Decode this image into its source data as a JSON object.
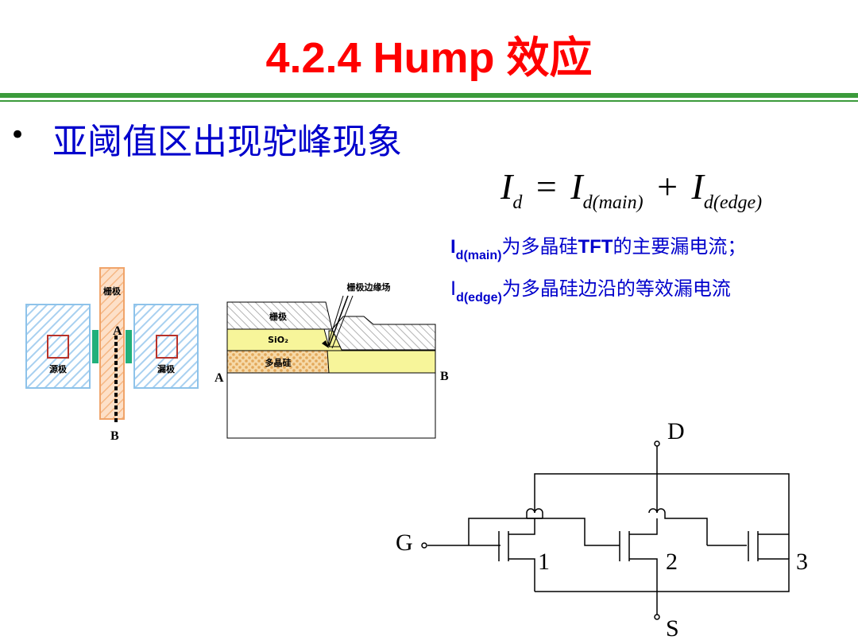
{
  "title": "4.2.4 Hump 效应",
  "bullet": {
    "marker": "•",
    "text": "亚阈值区出现驼峰现象"
  },
  "formula": {
    "lhs": "I",
    "lhs_sub": "d",
    "eq": "=",
    "term1": "I",
    "term1_sub": "d(main)",
    "plus": "+",
    "term2": "I",
    "term2_sub": "d(edge)"
  },
  "descriptions": [
    {
      "var": "I",
      "sub": "d(main)",
      "pre": "为多晶硅",
      "bold": "TFT",
      "post": "的主要漏电流；"
    },
    {
      "var": "I",
      "sub": "d(edge)",
      "pre": "为多晶硅边沿的等效漏电流",
      "bold": "",
      "post": ""
    }
  ],
  "top_view": {
    "gate_label": "栅极",
    "source_label": "源极",
    "drain_label": "漏极",
    "point_a": "A",
    "point_b": "B"
  },
  "cross_section": {
    "fringe_label": "栅极边缘场",
    "gate_label": "栅极",
    "oxide_label": "SiO₂",
    "poly_label": "多晶硅",
    "point_a": "A",
    "point_b": "B"
  },
  "circuit": {
    "drain": "D",
    "source": "S",
    "gate": "G",
    "t1": "1",
    "t2": "2",
    "t3": "3"
  },
  "colors": {
    "title": "#ff0000",
    "accent_blue": "#0000cc",
    "rule_green": "#3b9b3b"
  }
}
